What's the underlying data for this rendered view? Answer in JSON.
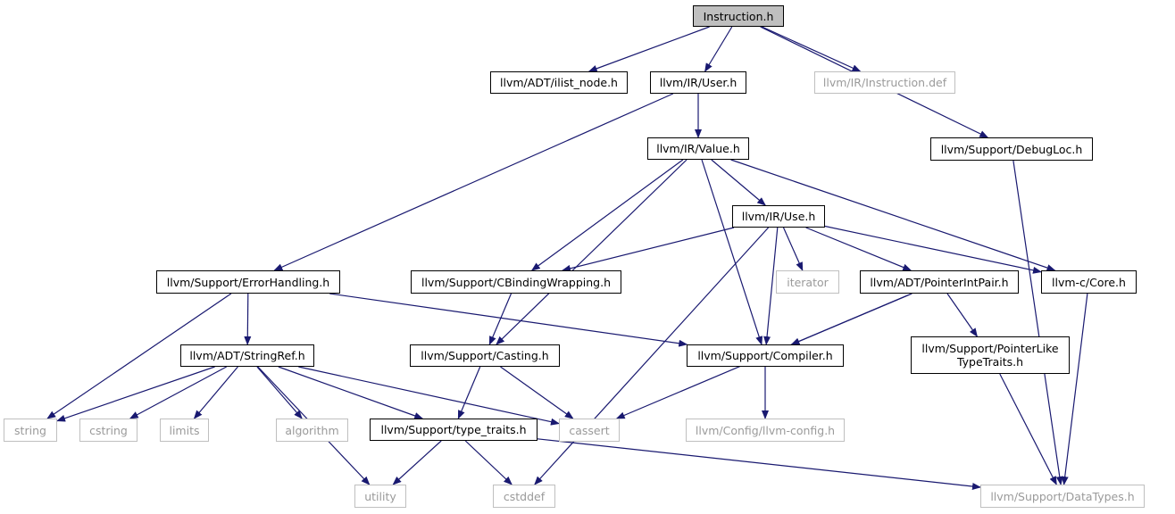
{
  "title": "Instruction.h",
  "colors": {
    "edge": "#191970",
    "root_fill": "#bfbfbf",
    "external_border": "#bfbfbf",
    "external_text": "#9a9a9a"
  },
  "nodes": [
    {
      "id": "instruction_h",
      "label": "Instruction.h",
      "kind": "root"
    },
    {
      "id": "ilist_node_h",
      "label": "llvm/ADT/ilist_node.h",
      "kind": "internal"
    },
    {
      "id": "user_h",
      "label": "llvm/IR/User.h",
      "kind": "internal"
    },
    {
      "id": "instruction_def",
      "label": "llvm/IR/Instruction.def",
      "kind": "external"
    },
    {
      "id": "value_h",
      "label": "llvm/IR/Value.h",
      "kind": "internal"
    },
    {
      "id": "debugloc_h",
      "label": "llvm/Support/DebugLoc.h",
      "kind": "internal"
    },
    {
      "id": "use_h",
      "label": "llvm/IR/Use.h",
      "kind": "internal"
    },
    {
      "id": "errorhandling_h",
      "label": "llvm/Support/ErrorHandling.h",
      "kind": "internal"
    },
    {
      "id": "cbinding_h",
      "label": "llvm/Support/CBindingWrapping.h",
      "kind": "internal"
    },
    {
      "id": "iterator",
      "label": "iterator",
      "kind": "external"
    },
    {
      "id": "pointerintpair_h",
      "label": "llvm/ADT/PointerIntPair.h",
      "kind": "internal"
    },
    {
      "id": "core_h",
      "label": "llvm-c/Core.h",
      "kind": "internal"
    },
    {
      "id": "stringref_h",
      "label": "llvm/ADT/StringRef.h",
      "kind": "internal"
    },
    {
      "id": "casting_h",
      "label": "llvm/Support/Casting.h",
      "kind": "internal"
    },
    {
      "id": "compiler_h",
      "label": "llvm/Support/Compiler.h",
      "kind": "internal"
    },
    {
      "id": "pointerlike_h",
      "label": "llvm/Support/PointerLike\nTypeTraits.h",
      "kind": "internal"
    },
    {
      "id": "string",
      "label": "string",
      "kind": "external"
    },
    {
      "id": "cstring",
      "label": "cstring",
      "kind": "external"
    },
    {
      "id": "limits",
      "label": "limits",
      "kind": "external"
    },
    {
      "id": "algorithm",
      "label": "algorithm",
      "kind": "external"
    },
    {
      "id": "type_traits_h",
      "label": "llvm/Support/type_traits.h",
      "kind": "internal"
    },
    {
      "id": "cassert",
      "label": "cassert",
      "kind": "external"
    },
    {
      "id": "llvm_config_h",
      "label": "llvm/Config/llvm-config.h",
      "kind": "external"
    },
    {
      "id": "utility",
      "label": "utility",
      "kind": "external"
    },
    {
      "id": "cstddef",
      "label": "cstddef",
      "kind": "external"
    },
    {
      "id": "datatypes_h",
      "label": "llvm/Support/DataTypes.h",
      "kind": "external"
    }
  ],
  "edges": [
    [
      "instruction_h",
      "ilist_node_h"
    ],
    [
      "instruction_h",
      "user_h"
    ],
    [
      "instruction_h",
      "instruction_def"
    ],
    [
      "instruction_h",
      "debugloc_h"
    ],
    [
      "user_h",
      "value_h"
    ],
    [
      "user_h",
      "errorhandling_h"
    ],
    [
      "value_h",
      "use_h"
    ],
    [
      "value_h",
      "cbinding_h"
    ],
    [
      "value_h",
      "casting_h"
    ],
    [
      "value_h",
      "compiler_h"
    ],
    [
      "value_h",
      "core_h"
    ],
    [
      "debugloc_h",
      "datatypes_h"
    ],
    [
      "use_h",
      "cbinding_h"
    ],
    [
      "use_h",
      "iterator"
    ],
    [
      "use_h",
      "pointerintpair_h"
    ],
    [
      "use_h",
      "core_h"
    ],
    [
      "use_h",
      "compiler_h"
    ],
    [
      "use_h",
      "cstddef"
    ],
    [
      "errorhandling_h",
      "stringref_h"
    ],
    [
      "errorhandling_h",
      "compiler_h"
    ],
    [
      "errorhandling_h",
      "string"
    ],
    [
      "cbinding_h",
      "casting_h"
    ],
    [
      "pointerintpair_h",
      "compiler_h"
    ],
    [
      "pointerintpair_h",
      "pointerlike_h"
    ],
    [
      "pointerintpair_h",
      "cassert"
    ],
    [
      "core_h",
      "datatypes_h"
    ],
    [
      "stringref_h",
      "string"
    ],
    [
      "stringref_h",
      "cstring"
    ],
    [
      "stringref_h",
      "limits"
    ],
    [
      "stringref_h",
      "algorithm"
    ],
    [
      "stringref_h",
      "type_traits_h"
    ],
    [
      "stringref_h",
      "cassert"
    ],
    [
      "stringref_h",
      "utility"
    ],
    [
      "casting_h",
      "type_traits_h"
    ],
    [
      "casting_h",
      "cassert"
    ],
    [
      "compiler_h",
      "llvm_config_h"
    ],
    [
      "pointerlike_h",
      "datatypes_h"
    ],
    [
      "type_traits_h",
      "utility"
    ],
    [
      "type_traits_h",
      "cstddef"
    ],
    [
      "type_traits_h",
      "datatypes_h"
    ]
  ]
}
